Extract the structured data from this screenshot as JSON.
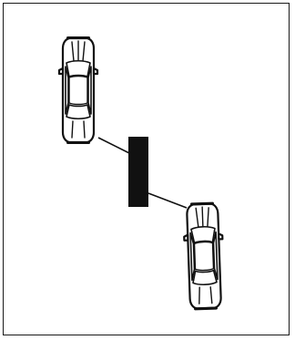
{
  "diagram": {
    "objects": [
      {
        "kind": "car",
        "icon": "car-top-view-icon"
      },
      {
        "kind": "obstacle",
        "icon": "black-rectangle"
      },
      {
        "kind": "car",
        "icon": "car-top-view-icon"
      }
    ],
    "connectors": [
      {
        "from": "car-1",
        "to": "obstacle"
      },
      {
        "from": "obstacle",
        "to": "car-2"
      }
    ],
    "colors": {
      "line": "#111111",
      "obstacle": "#111111",
      "background": "#ffffff"
    }
  }
}
